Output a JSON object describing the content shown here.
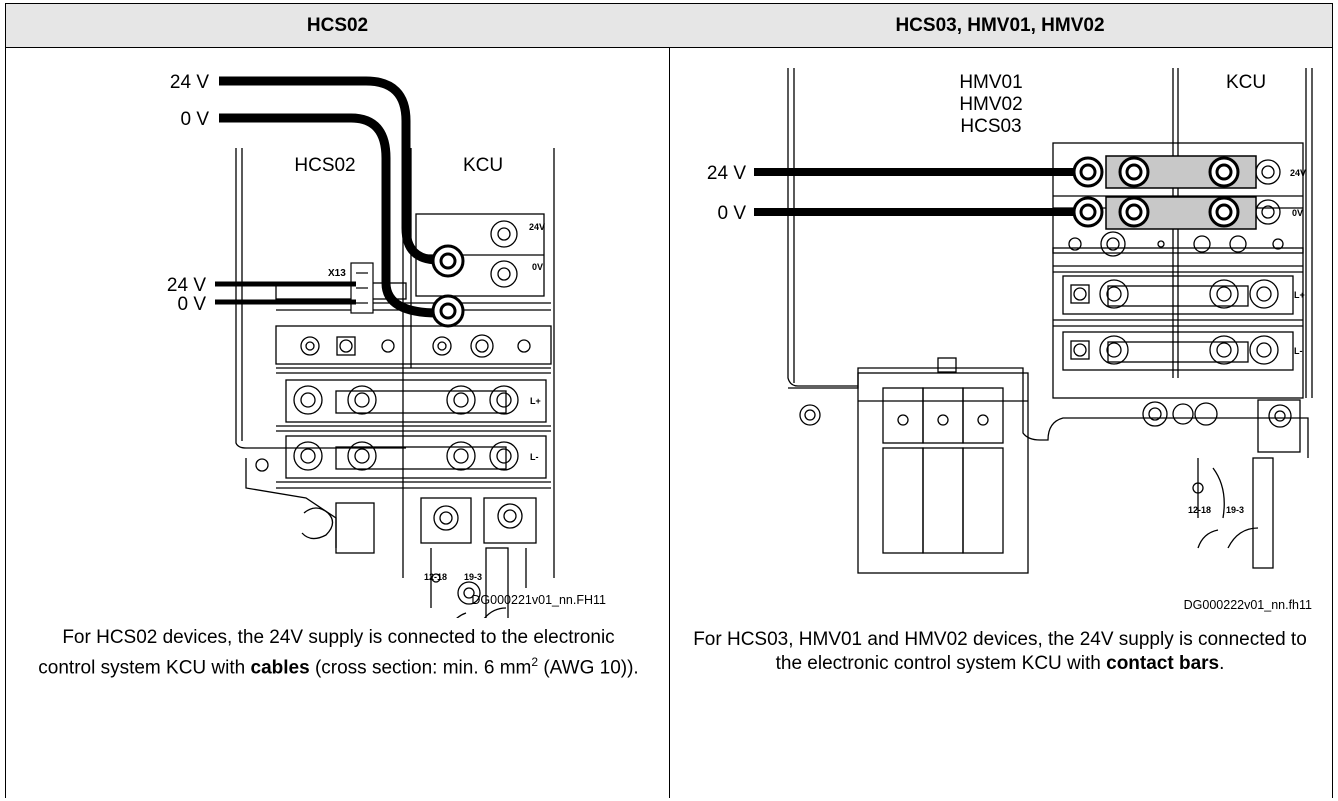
{
  "headers": {
    "left": "HCS02",
    "right": "HCS03, HMV01, HMV02"
  },
  "left_figure": {
    "labels": {
      "v24_top": "24 V",
      "v0_top": "0 V",
      "hcs02": "HCS02",
      "kcu": "KCU",
      "v24_mid": "24 V",
      "v0_mid": "0 V",
      "x13": "X13",
      "term_24v": "24V",
      "term_0v": "0V",
      "l_plus": "L+",
      "l_minus": "L-",
      "gauge_a": "12-18",
      "gauge_b": "19-3"
    },
    "figure_id": "DG000221v01_nn.FH11",
    "caption": {
      "part1": "For HCS02 devices, the 24V supply is connected to the electronic control system KCU with ",
      "bold": "cables",
      "part2": " (cross section: min. 6 mm",
      "sup": "2",
      "part3": " (AWG 10))."
    }
  },
  "right_figure": {
    "labels": {
      "hmv01": "HMV01",
      "hmv02": "HMV02",
      "hcs03": "HCS03",
      "kcu": "KCU",
      "v24": "24 V",
      "v0": "0 V",
      "term_24v": "24V",
      "term_0v": "0V",
      "l_plus": "L+",
      "l_minus": "L-",
      "gauge_a": "12-18",
      "gauge_b": "19-3"
    },
    "figure_id": "DG000222v01_nn.fh11",
    "caption": {
      "part1": "For HCS03, HMV01 and HMV02 devices, the 24V supply is connected to the electronic control system KCU with ",
      "bold": "contact bars",
      "part2": "."
    }
  }
}
